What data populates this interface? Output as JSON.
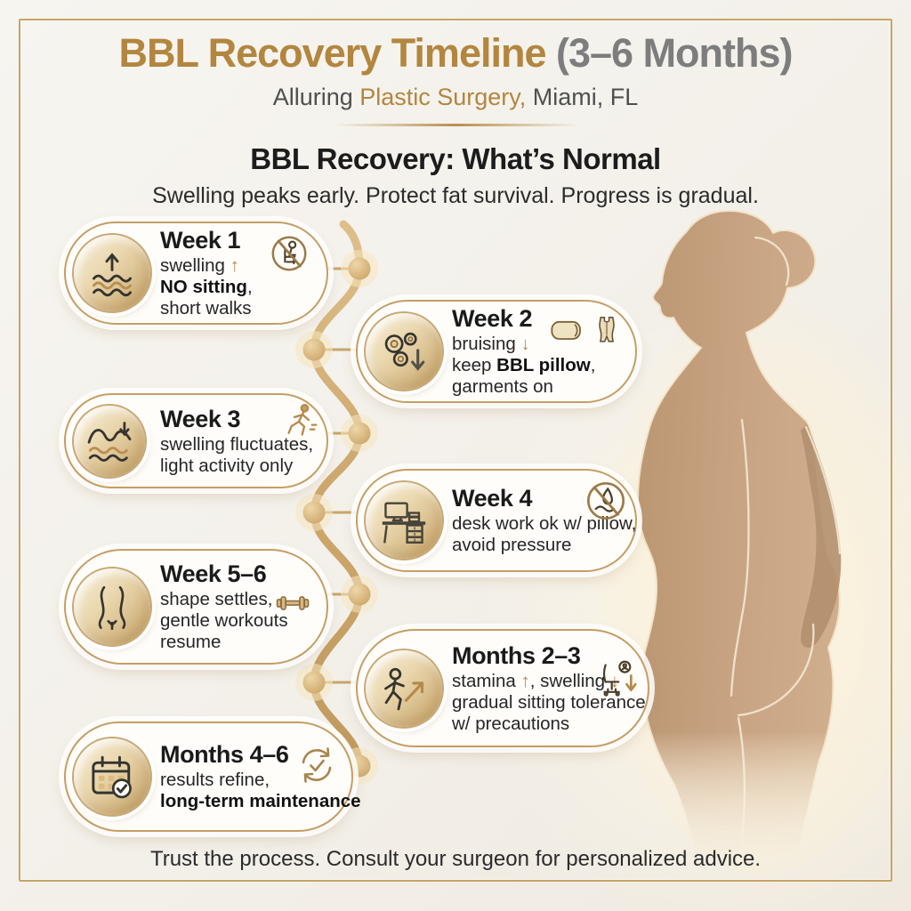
{
  "header": {
    "title_gold": "BBL Recovery Timeline",
    "title_gray": " (3–6 Months)",
    "subtitle_dark1": "Alluring ",
    "subtitle_gold": "Plastic Surgery,",
    "subtitle_dark2": " Miami, FL"
  },
  "intro": {
    "heading": "BBL Recovery: What’s Normal",
    "subheading": "Swelling peaks early. Protect fat survival. Progress is gradual."
  },
  "timeline": {
    "cards": [
      {
        "id": "week-1",
        "title": "Week 1",
        "circle_icon": "swelling-up-icon",
        "badges": [
          "no-sitting-icon"
        ],
        "lines": [
          [
            {
              "t": "swelling "
            },
            {
              "t": "↑",
              "c": "gold"
            }
          ],
          [
            {
              "t": "NO sitting",
              "b": true
            },
            {
              "t": ","
            }
          ],
          [
            {
              "t": "short walks"
            }
          ]
        ]
      },
      {
        "id": "week-2",
        "title": "Week 2",
        "circle_icon": "bruising-down-icon",
        "badges": [
          "bbl-pillow-icon",
          "compression-garment-icon"
        ],
        "lines": [
          [
            {
              "t": "bruising "
            },
            {
              "t": "↓",
              "c": "gold"
            }
          ],
          [
            {
              "t": "keep "
            },
            {
              "t": "BBL pillow",
              "b": true
            },
            {
              "t": ","
            }
          ],
          [
            {
              "t": "garments on"
            }
          ]
        ]
      },
      {
        "id": "week-3",
        "title": "Week 3",
        "circle_icon": "swelling-fluctuates-icon",
        "badges": [
          "runner-icon"
        ],
        "lines": [
          [
            {
              "t": "swelling fluctuates,"
            }
          ],
          [
            {
              "t": "light activity only"
            }
          ]
        ]
      },
      {
        "id": "week-4",
        "title": "Week 4",
        "circle_icon": "desk-work-icon",
        "badges": [
          "no-pressure-icon"
        ],
        "lines": [
          [
            {
              "t": "desk work ok w/ pillow,"
            }
          ],
          [
            {
              "t": "avoid pressure"
            }
          ]
        ]
      },
      {
        "id": "week-5-6",
        "title": "Week 5–6",
        "circle_icon": "body-shape-icon",
        "badges": [
          "dumbbell-icon"
        ],
        "lines": [
          [
            {
              "t": "shape settles,"
            }
          ],
          [
            {
              "t": "gentle workouts"
            }
          ],
          [
            {
              "t": "resume"
            }
          ]
        ]
      },
      {
        "id": "months-2-3",
        "title": "Months 2–3",
        "circle_icon": "stamina-up-icon",
        "badges": [
          "sitting-tolerance-icon"
        ],
        "lines": [
          [
            {
              "t": "stamina "
            },
            {
              "t": "↑",
              "c": "gold"
            },
            {
              "t": ", swelling "
            },
            {
              "t": "↓",
              "c": "gold"
            }
          ],
          [
            {
              "t": "gradual sitting tolerance"
            }
          ],
          [
            {
              "t": "w/ precautions"
            }
          ]
        ]
      },
      {
        "id": "months-4-6",
        "title": "Months 4–6",
        "circle_icon": "calendar-check-icon",
        "badges": [
          "maintenance-cycle-icon"
        ],
        "lines": [
          [
            {
              "t": "results refine,"
            }
          ],
          [
            {
              "t": "long-term maintenance",
              "b": true
            }
          ]
        ]
      }
    ]
  },
  "footer": {
    "text": "Trust the process. Consult your surgeon for personalized advice."
  },
  "colors": {
    "accent_gold": "#b5894a",
    "frame_gold": "#c5a465",
    "card_border": "#c49e63",
    "title_gold": "#b3863f",
    "title_gray": "#7d7d7d",
    "skin_tone": "#c4a181",
    "background": "#f4f1eb"
  }
}
